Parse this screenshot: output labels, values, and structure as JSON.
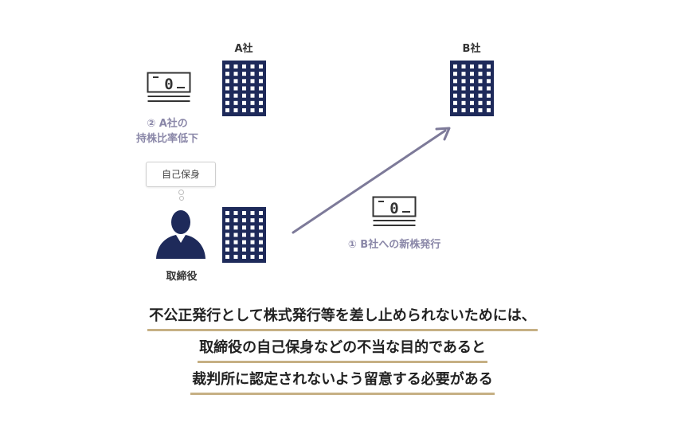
{
  "companies": {
    "a_label": "A社",
    "b_label": "B社"
  },
  "notes": {
    "a_ratio_line1": "② A社の",
    "a_ratio_line2": "持株比率低下",
    "b_issue": "① B社への新株発行"
  },
  "bubble_text": "自己保身",
  "director_label": "取締役",
  "caption": {
    "line1": "不公正発行として株式発行等を差し止められないためには、",
    "line2": "取締役の自己保身などの不当な目的であると",
    "line3": "裁判所に認定されないよう留意する必要がある"
  },
  "icons": [
    "building-icon",
    "money-icon",
    "person-icon",
    "arrow-icon"
  ],
  "colors": {
    "navy": "#1e2a5a",
    "arrow": "#7d7a99",
    "note": "#8a87a8",
    "underline": "#c6b084"
  }
}
